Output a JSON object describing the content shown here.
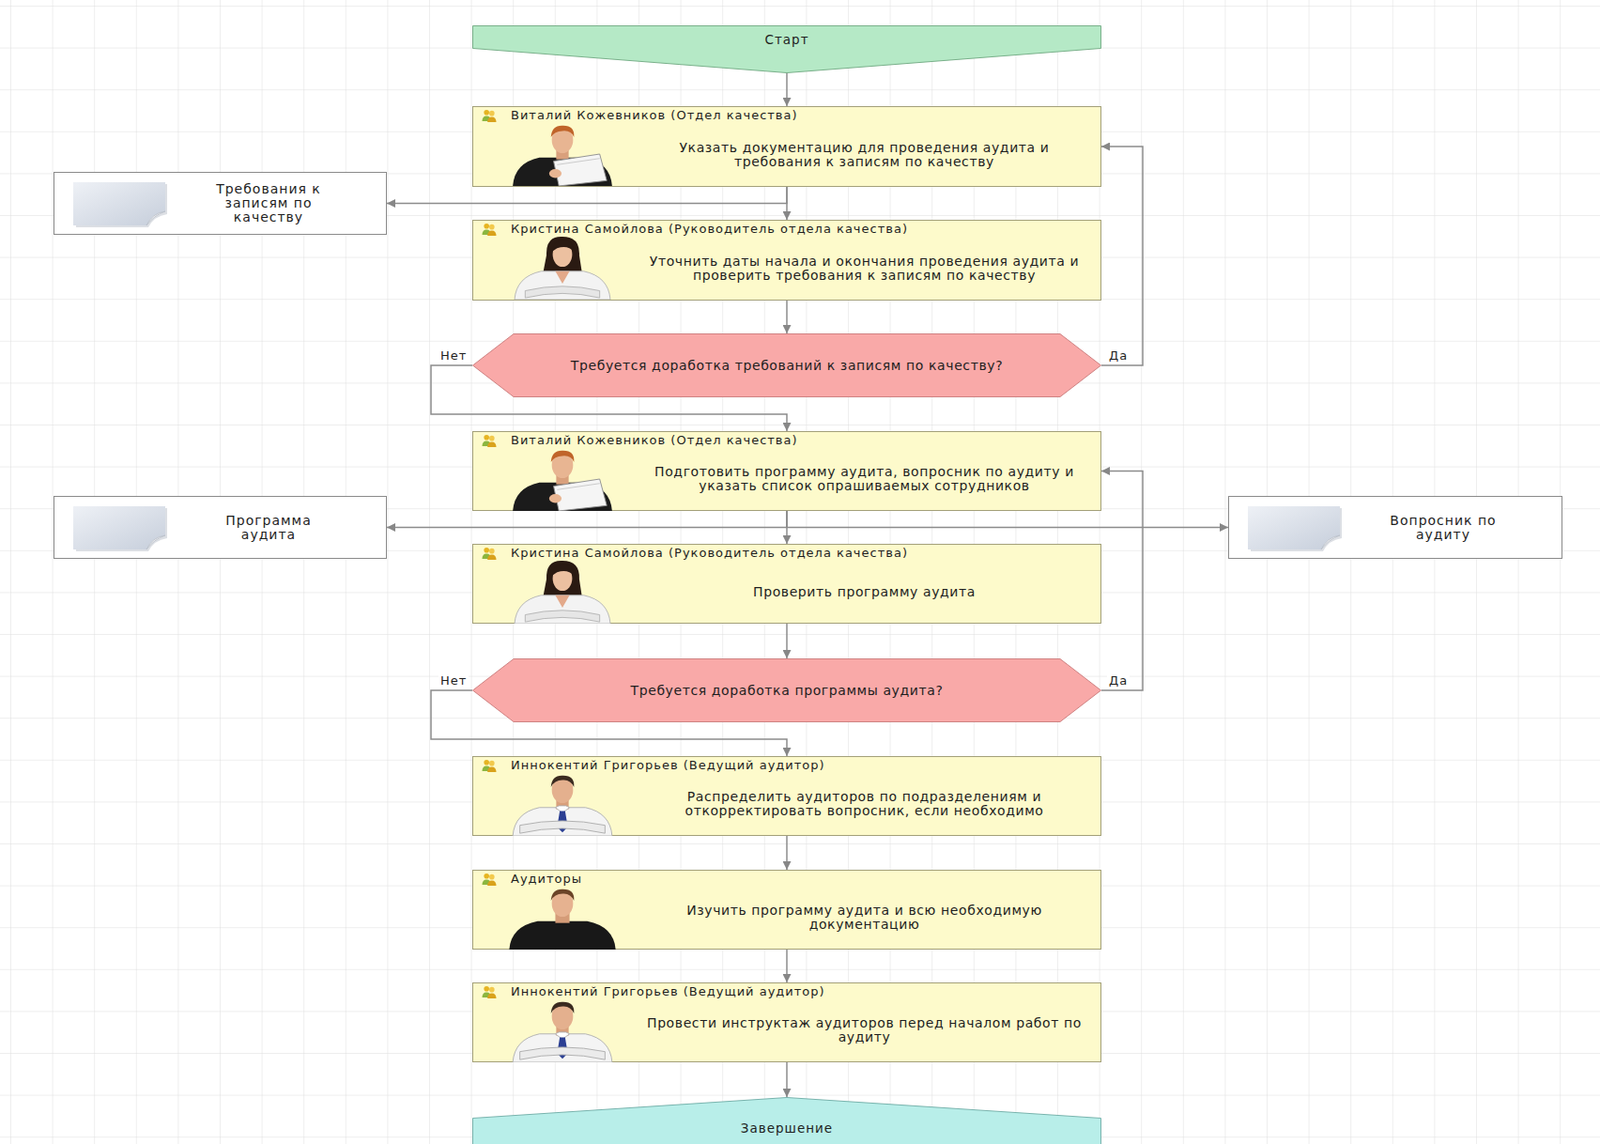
{
  "diagram": {
    "nodes": [
      {
        "text": [
          "Старт"
        ]
      },
      {
        "text": [
          "Виталий Кожевников (Отдел качества)",
          "Указать документацию для проведения аудита и требования к записям по качеству"
        ]
      },
      {
        "text": [
          "Требования к записям по качеству"
        ]
      },
      {
        "text": [
          "Кристина Самойлова (Руководитель отдела качества)",
          "Уточнить даты начала и окончания проведения аудита и проверить требования к записям по качеству"
        ]
      },
      {
        "text": [
          "Требуется доработка требований к записям по качеству?"
        ]
      },
      {
        "text": [
          "Виталий Кожевников (Отдел качества)",
          "Подготовить программу аудита, вопросник по аудиту и указать список опрашиваемых сотрудников"
        ]
      },
      {
        "text": [
          "Программа аудита"
        ]
      },
      {
        "text": [
          "Вопросник по аудиту"
        ]
      },
      {
        "text": [
          "Кристина Самойлова (Руководитель отдела качества)",
          "Проверить программу аудита"
        ]
      },
      {
        "text": [
          "Требуется доработка программы аудита?"
        ]
      },
      {
        "text": [
          "Иннокентий Григорьев (Ведущий аудитор)",
          "Распределить аудиторов по подразделениям и откорректировать вопросник, если необходимо"
        ]
      },
      {
        "text": [
          "Аудиторы",
          "Изучить программу аудита и всю необходимую документацию"
        ]
      },
      {
        "text": [
          "Иннокентий Григорьев (Ведущий аудитор)",
          "Провести инструктаж аудиторов перед началом работ по аудиту"
        ]
      },
      {
        "text": [
          "Завершение"
        ]
      }
    ],
    "edges": [
      {
        "from": 0,
        "to": 1,
        "arrow": "to"
      },
      {
        "from": 1,
        "to": 2,
        "arrow": "to"
      },
      {
        "from": 1,
        "to": 3,
        "arrow": "to"
      },
      {
        "from": 3,
        "to": 4,
        "arrow": "to"
      },
      {
        "from": 4,
        "to": 1,
        "label": "Да",
        "arrow": "to"
      },
      {
        "from": 4,
        "to": 5,
        "label": "Нет",
        "arrow": "to"
      },
      {
        "from": 5,
        "to": 6,
        "arrow": "to"
      },
      {
        "from": 5,
        "to": 7,
        "arrow": "to"
      },
      {
        "from": 5,
        "to": 8,
        "arrow": "to"
      },
      {
        "from": 8,
        "to": 9,
        "arrow": "to"
      },
      {
        "from": 9,
        "to": 5,
        "label": "Да",
        "arrow": "to"
      },
      {
        "from": 9,
        "to": 10,
        "label": "Нет",
        "arrow": "to"
      },
      {
        "from": 10,
        "to": 11,
        "arrow": "to"
      },
      {
        "from": 11,
        "to": 12,
        "arrow": "to"
      },
      {
        "from": 12,
        "to": 13,
        "arrow": "to"
      }
    ]
  }
}
